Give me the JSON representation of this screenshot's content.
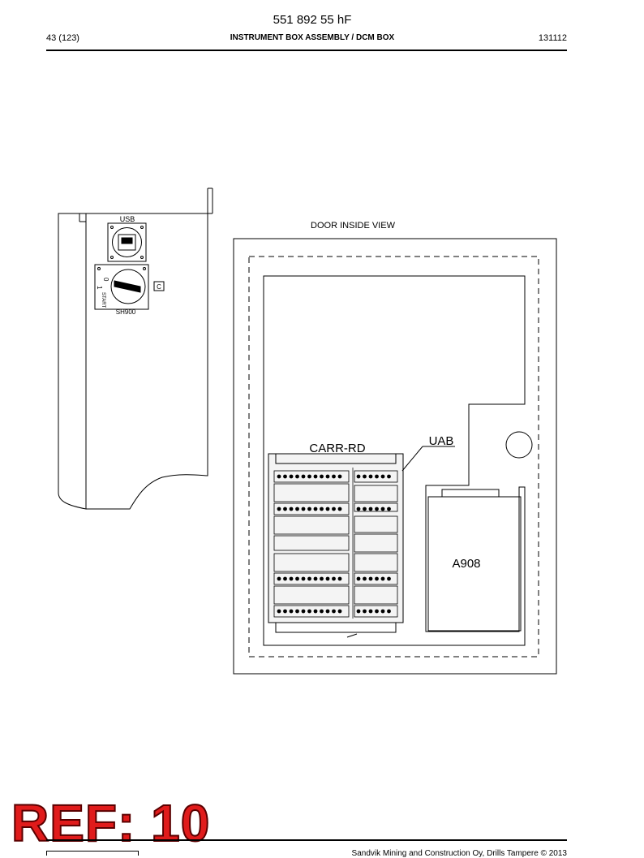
{
  "header": {
    "doc_number": "551 892 55 hF",
    "page": "43 (123)",
    "title": "INSTRUMENT BOX ASSEMBLY / DCM BOX",
    "code": "131112"
  },
  "drawing": {
    "side_view": {
      "usb_label": "USB",
      "switch_pos_0": "0",
      "switch_pos_1": "1",
      "switch_pos_start": "START",
      "switch_tag": "C",
      "switch_name": "SH900"
    },
    "door_view": {
      "title": "DOOR INSIDE VIEW",
      "carr_label": "CARR-RD",
      "uab_label": "UAB",
      "a908_label": "A908"
    }
  },
  "stamp": {
    "text": "REF: 10"
  },
  "footer": {
    "copyright": "Sandvik Mining and Construction Oy, Drills Tampere © 2013"
  }
}
